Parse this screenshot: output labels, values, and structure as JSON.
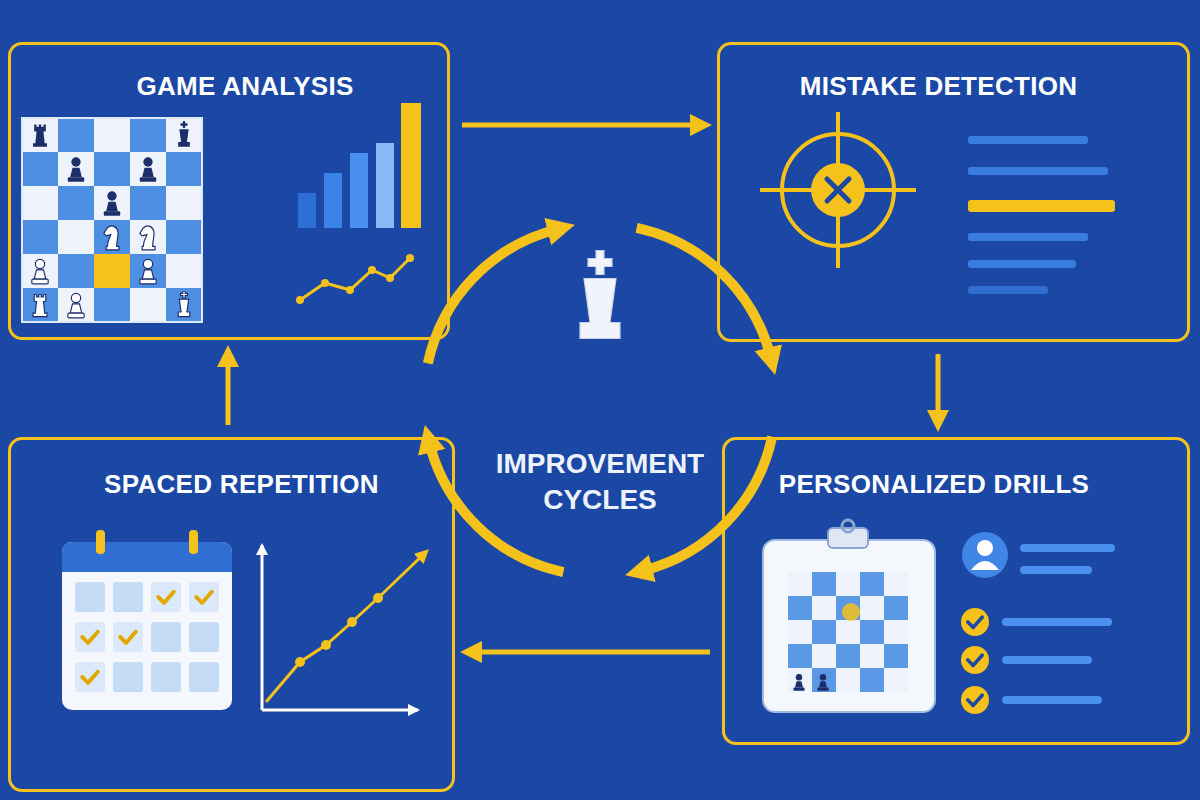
{
  "diagram": {
    "nodes": [
      {
        "text": [
          "GAME ANALYSIS"
        ]
      },
      {
        "text": [
          "MISTAKE DETECTION"
        ]
      },
      {
        "text": [
          "IMPROVEMENT CYCLES"
        ]
      },
      {
        "text": [
          "SPACED REPETITION"
        ]
      },
      {
        "text": [
          "PERSONALIZED DRILLS"
        ]
      }
    ],
    "edges": [
      {
        "from": 0,
        "to": 1,
        "arrow": "to"
      },
      {
        "from": 1,
        "to": 4,
        "arrow": "to"
      },
      {
        "from": 4,
        "to": 3,
        "arrow": "to"
      },
      {
        "from": 3,
        "to": 0,
        "arrow": "to"
      }
    ]
  }
}
